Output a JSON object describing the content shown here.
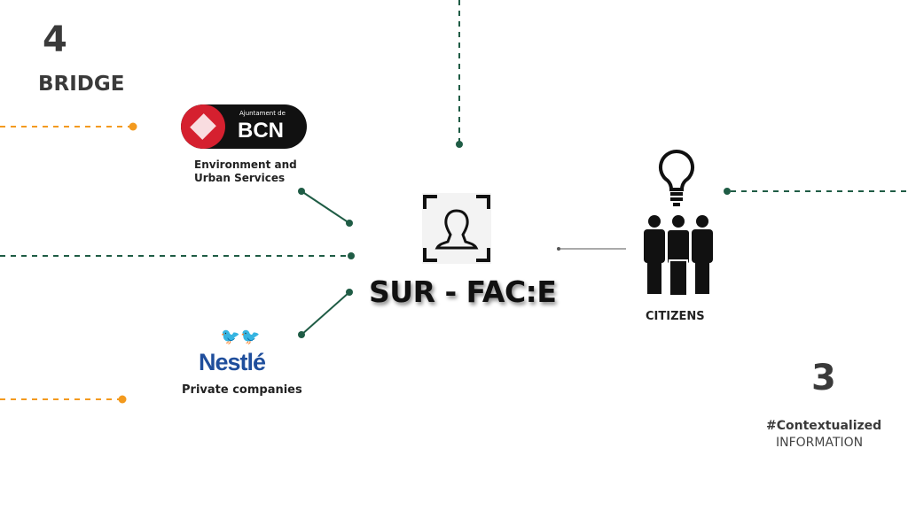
{
  "step4": {
    "number": "4",
    "label": "BRIDGE"
  },
  "bcn_logo": {
    "small": "Ajuntament de",
    "big": "BCN"
  },
  "bcn_caption": {
    "line1": "Environment and",
    "line2": "Urban Services"
  },
  "nestle_logo": "Nestlé",
  "nestle_caption": "Private companies",
  "center_title": "SUR - FAC:E",
  "citizens_label": "CITIZENS",
  "step3": {
    "number": "3",
    "label_bold": "#Contextualized",
    "label": "INFORMATION"
  },
  "colors": {
    "green": "#1f5c45",
    "orange": "#f39a1e",
    "red": "#d5202f"
  }
}
